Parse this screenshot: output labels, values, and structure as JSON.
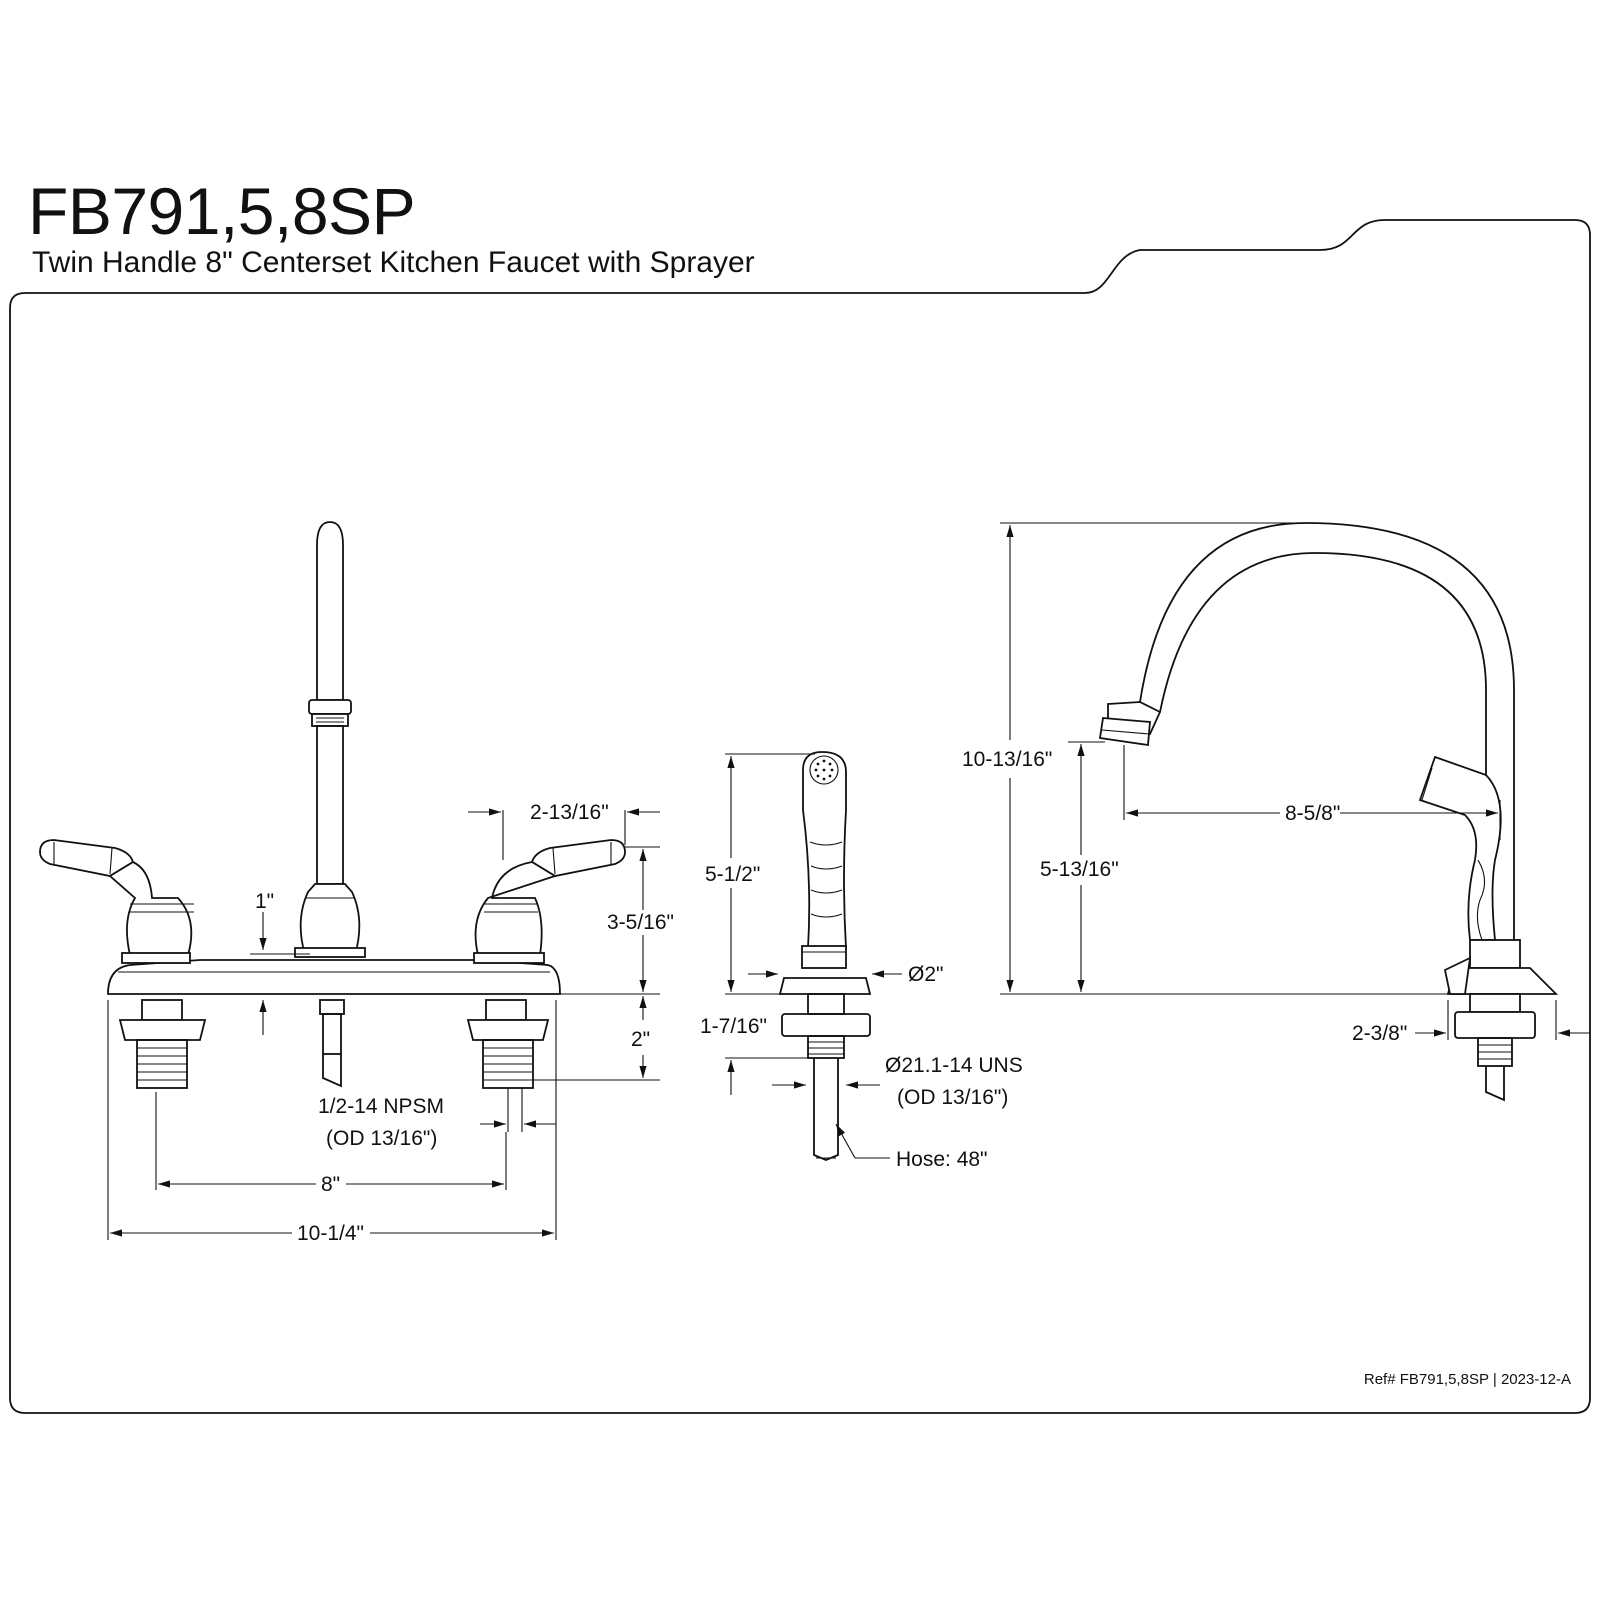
{
  "header": {
    "model": "FB791,5,8SP",
    "description": "Twin Handle 8\" Centerset Kitchen Faucet with Sprayer"
  },
  "footer": {
    "ref_label": "Ref# FB791,5,8SP",
    "separator": "|",
    "revision": "2023-12-A"
  },
  "front_view": {
    "deck_clearance": "1\"",
    "handle_spacing": "2-13/16\"",
    "handle_height": "3-5/16\"",
    "shank_length": "2\"",
    "inlet_thread": "1/2-14 NPSM",
    "inlet_od": "(OD 13/16\")",
    "center_spacing": "8\"",
    "overall_width": "10-1/4\""
  },
  "sprayer_view": {
    "height": "5-1/2\"",
    "base_diameter": "Ø2\"",
    "shank_length": "1-7/16\"",
    "thread": "Ø21.1-14 UNS",
    "thread_od": "(OD 13/16\")",
    "hose_length": "Hose: 48\""
  },
  "side_view": {
    "overall_height": "10-13/16\"",
    "spout_clearance": "5-13/16\"",
    "spout_reach": "8-5/8\"",
    "base_depth": "2-3/8\""
  }
}
